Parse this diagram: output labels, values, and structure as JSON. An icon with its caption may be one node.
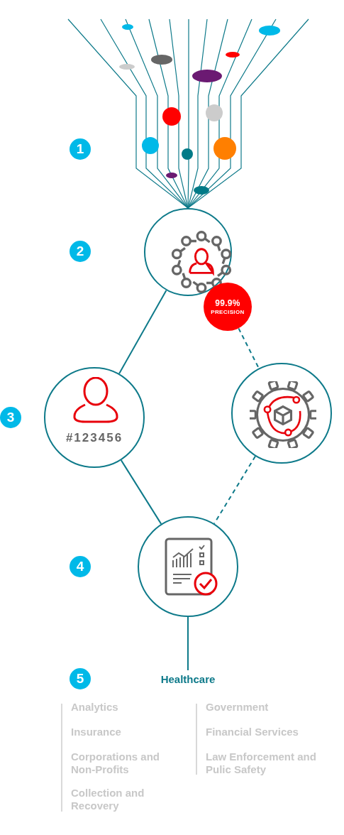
{
  "diagram": {
    "nodes": [
      {
        "text": [
          "1"
        ]
      },
      {
        "text": [
          "2"
        ]
      },
      {
        "text": [],
        "shape": "circle"
      },
      {
        "text": [
          "99.9%",
          "PRECISION"
        ]
      },
      {
        "text": [
          "3"
        ]
      },
      {
        "text": [
          "#123456"
        ]
      },
      {
        "text": [],
        "shape": "circle"
      },
      {
        "text": [
          "4"
        ]
      },
      {
        "text": [],
        "shape": "circle"
      },
      {
        "text": [
          "5"
        ]
      },
      {
        "text": [
          "Healthcare"
        ]
      }
    ],
    "edges": [
      {
        "from": 2,
        "to": 5,
        "arrow": "none"
      },
      {
        "from": 3,
        "to": 6,
        "arrow": "none",
        "style": "dashed"
      },
      {
        "from": 5,
        "to": 8,
        "arrow": "none"
      },
      {
        "from": 6,
        "to": 8,
        "arrow": "none",
        "style": "dashed"
      },
      {
        "from": 8,
        "to": 10,
        "arrow": "none"
      }
    ],
    "labels": [
      "Analytics",
      "Insurance",
      "Corporations and Non-Profits",
      "Collection and Recovery",
      "Government",
      "Financial Services",
      "Law Enforcement and Pulic Safety"
    ]
  }
}
